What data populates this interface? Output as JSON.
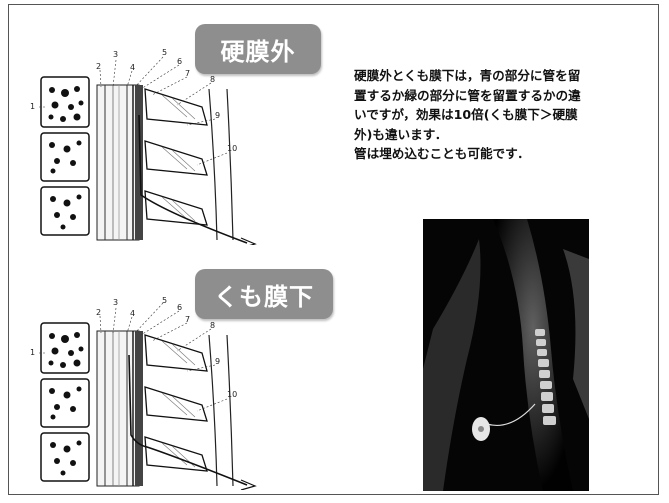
{
  "slide": {
    "epidural_title": "硬膜外",
    "subarachnoid_title": "くも膜下",
    "description": "硬膜外とくも膜下は，青の部分に管を留\n置するか緑の部分に管を留置するかの違\nいですが，効果は10倍(くも膜下＞硬膜\n外)も違います．\n管は埋め込むことも可能です．"
  },
  "diagram_labels": [
    "1",
    "2",
    "3",
    "4",
    "5",
    "6",
    "7",
    "8",
    "9",
    "10"
  ]
}
